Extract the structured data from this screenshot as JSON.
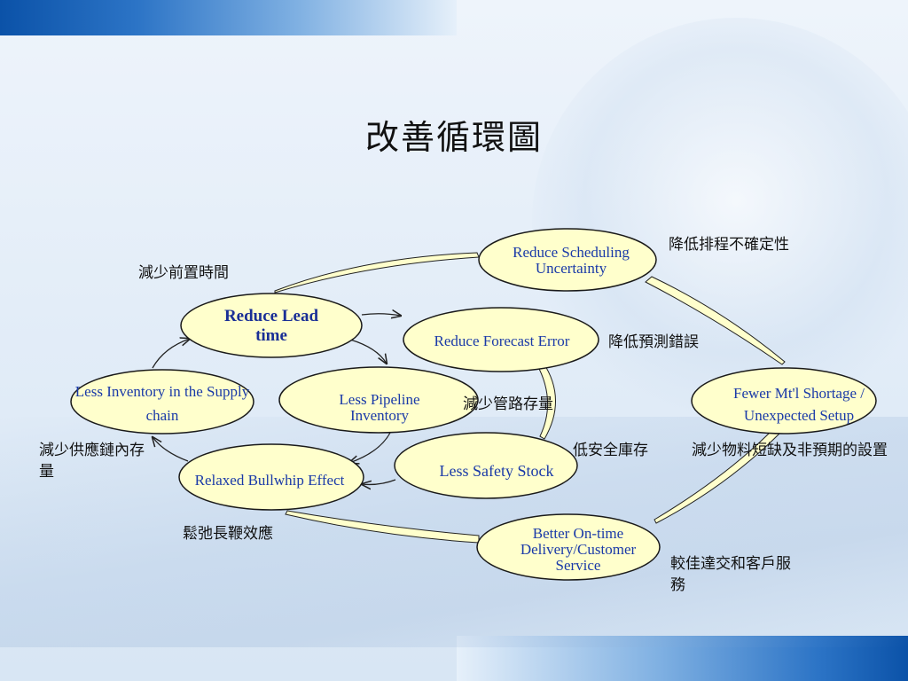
{
  "title": "改善循環圖",
  "nodes": {
    "reduce_scheduling": "Reduce Scheduling Uncertainty",
    "reduce_lead_time": "Reduce Lead time",
    "reduce_forecast": "Reduce Forecast Error",
    "less_inventory": "Less Inventory in the Supply chain",
    "less_pipeline": "Less Pipeline Inventory",
    "fewer_shortage": "Fewer Mt'l Shortage / Unexpected Setup",
    "relaxed_bullwhip": "Relaxed Bullwhip Effect",
    "less_safety": "Less Safety Stock",
    "better_delivery": "Better On-time Delivery/Customer Service"
  },
  "labels": {
    "lead_time": "減少前置時間",
    "scheduling": "降低排程不確定性",
    "forecast": "降低預測錯誤",
    "pipeline": "減少管路存量",
    "supply_chain": "減少供應鏈內存量",
    "safety_stock": "低安全庫存",
    "shortage": "減少物料短缺及非預期的設置",
    "bullwhip": "鬆弛長鞭效應",
    "delivery": "較佳達交和客戶服務"
  },
  "colors": {
    "node_fill": "#ffffcc",
    "node_stroke": "#1a1a1a",
    "node_text": "#1a3aa8",
    "arrow_fill": "#ffffcc"
  }
}
